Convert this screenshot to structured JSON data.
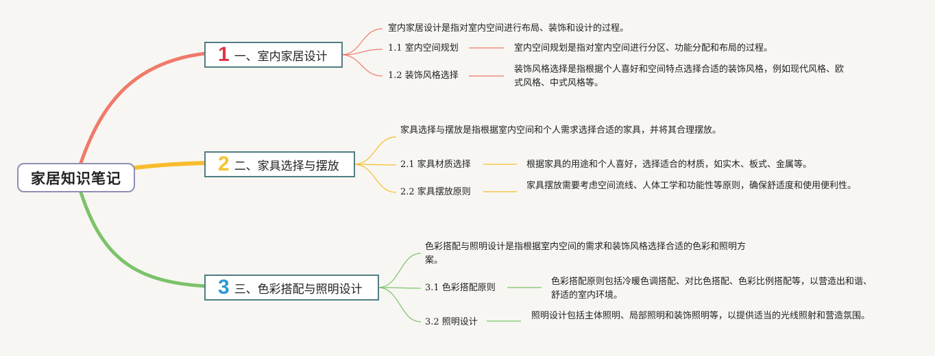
{
  "root": {
    "title": "家居知识笔记"
  },
  "colors": {
    "branch1": "#f07a6a",
    "branch2": "#f9bc2c",
    "branch3": "#7cc26a",
    "root_border": "#8d8fb3",
    "topic_border": "#4f7d82",
    "background": "#f7f6f2"
  },
  "branches": [
    {
      "number": "1",
      "number_color": "#e03546",
      "title": "一、室内家居设计",
      "summary": "室内家居设计是指对室内空间进行布局、装饰和设计的过程。",
      "subs": [
        {
          "label": "1.1 室内空间规划",
          "desc": "室内空间规划是指对室内空间进行分区、功能分配和布局的过程。"
        },
        {
          "label": "1.2 装饰风格选择",
          "desc": "装饰风格选择是指根据个人喜好和空间特点选择合适的装饰风格，例如现代风格、欧式风格、中式风格等。"
        }
      ]
    },
    {
      "number": "2",
      "number_color": "#f7c22b",
      "title": "二、家具选择与摆放",
      "summary": "家具选择与摆放是指根据室内空间和个人需求选择合适的家具，并将其合理摆放。",
      "subs": [
        {
          "label": "2.1 家具材质选择",
          "desc": "根据家具的用途和个人喜好，选择适合的材质，如实木、板式、金属等。"
        },
        {
          "label": "2.2 家具摆放原则",
          "desc": "家具摆放需要考虑空间流线、人体工学和功能性等原则，确保舒适度和使用便利性。"
        }
      ]
    },
    {
      "number": "3",
      "number_color": "#2a9ad8",
      "title": "三、色彩搭配与照明设计",
      "summary": "色彩搭配与照明设计是指根据室内空间的需求和装饰风格选择合适的色彩和照明方案。",
      "subs": [
        {
          "label": "3.1 色彩搭配原则",
          "desc": "色彩搭配原则包括冷暖色调搭配、对比色搭配、色彩比例搭配等，以营造出和谐、舒适的室内环境。"
        },
        {
          "label": "3.2 照明设计",
          "desc": "照明设计包括主体照明、局部照明和装饰照明等，以提供适当的光线照射和营造氛围。"
        }
      ]
    }
  ]
}
